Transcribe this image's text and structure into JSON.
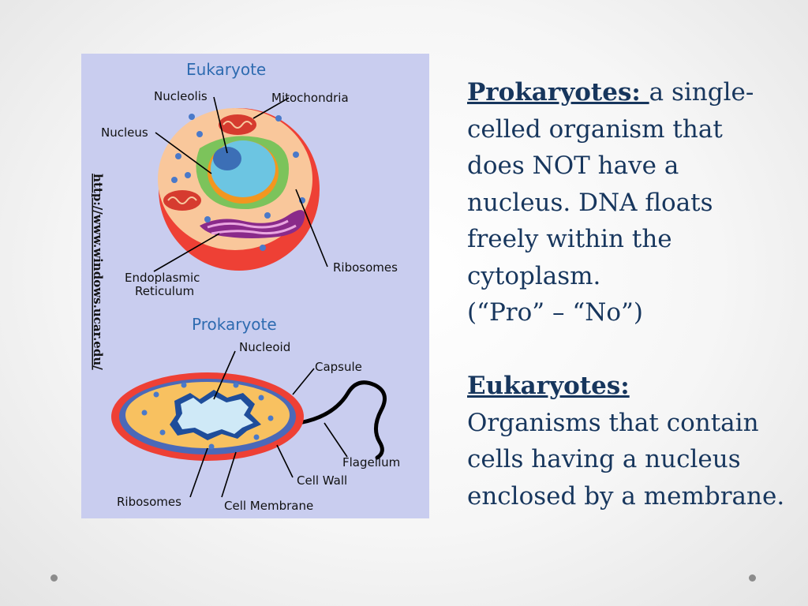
{
  "figure": {
    "eukaryote_title": "Eukaryote",
    "prokaryote_title": "Prokaryote",
    "source_url": "http://www.windows.ucar.edu/",
    "eukaryote_labels": {
      "nucleolis": "Nucleolis",
      "mitochondria": "Mitochondria",
      "nucleus": "Nucleus",
      "ribosomes": "Ribosomes",
      "er_line1": "Endoplasmic",
      "er_line2": "Reticulum"
    },
    "prokaryote_labels": {
      "nucleoid": "Nucleoid",
      "capsule": "Capsule",
      "flagellum": "Flagellum",
      "cell_wall": "Cell Wall",
      "ribosomes": "Ribosomes",
      "cell_membrane": "Cell Membrane"
    }
  },
  "text": {
    "prokaryotes_term": "Prokaryotes: ",
    "prokaryotes_def": "a single-celled organism that does NOT have a nucleus. DNA floats freely within the cytoplasm.",
    "mnemonic": "(“Pro” – “No”)",
    "eukaryotes_term": "Eukaryotes:",
    "eukaryotes_def": "Organisms  that contain cells having a nucleus enclosed by a membrane."
  },
  "colors": {
    "text": "#17365d",
    "figure_bg": "#c9cdef",
    "title_blue": "#2e6bb0"
  }
}
